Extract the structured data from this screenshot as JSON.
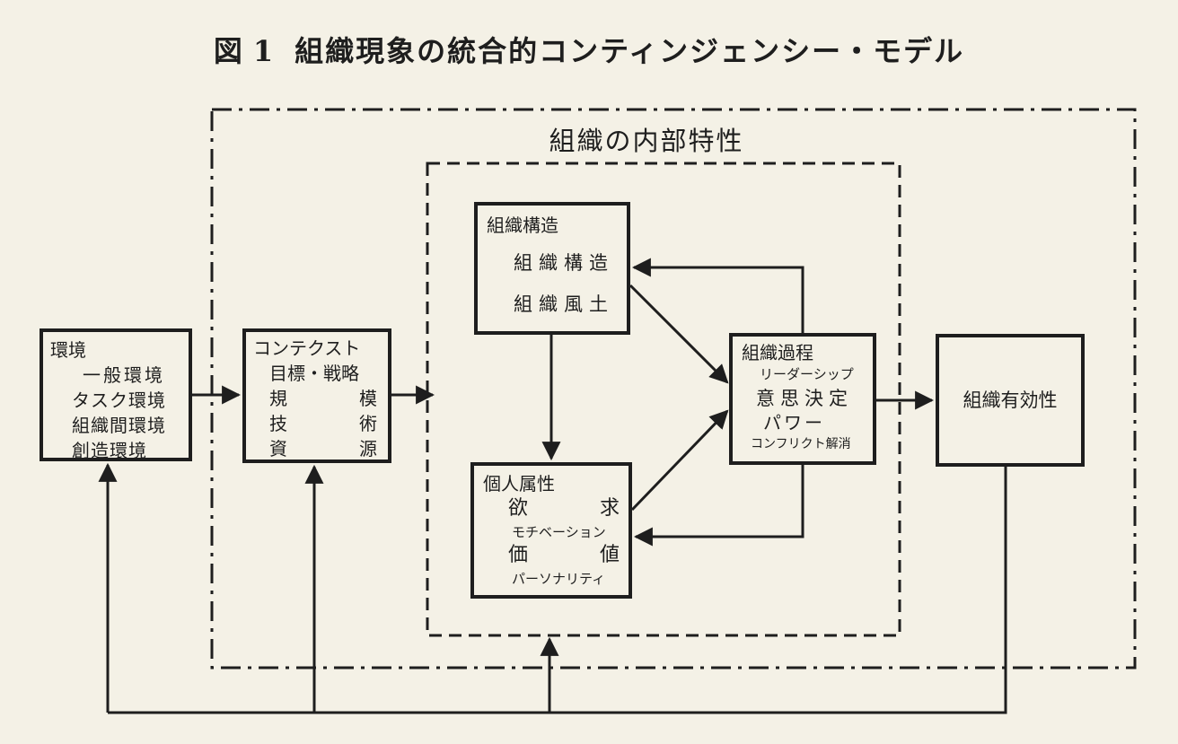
{
  "title": {
    "figure_label": "図",
    "figure_number": "1",
    "text": "組織現象の統合的コンティンジェンシー・モデル"
  },
  "region_internal": "組織の内部特性",
  "environment": {
    "heading": "環境",
    "items": [
      "一般環境",
      "タスク環境",
      "組織間環境",
      "創造環境"
    ]
  },
  "context": {
    "heading": "コンテクスト",
    "goal": "目標・戦略",
    "scale": [
      "規",
      "模"
    ],
    "technology": [
      "技",
      "術"
    ],
    "resources": [
      "資",
      "源"
    ]
  },
  "structure": {
    "heading": "組織構造",
    "items": [
      "組織構造",
      "組織風土"
    ]
  },
  "individual": {
    "heading": "個人属性",
    "needs": [
      "欲",
      "求"
    ],
    "motivation": "モチベーション",
    "values": [
      "価",
      "値"
    ],
    "personality": "パーソナリティ"
  },
  "process": {
    "heading": "組織過程",
    "leadership": "リーダーシップ",
    "decision": "意思決定",
    "power": "パワー",
    "conflict": "コンフリクト解消"
  },
  "effectiveness": "組織有効性",
  "colors": {
    "ink": "#1e1e1e",
    "paper": "#f4f1e6"
  }
}
